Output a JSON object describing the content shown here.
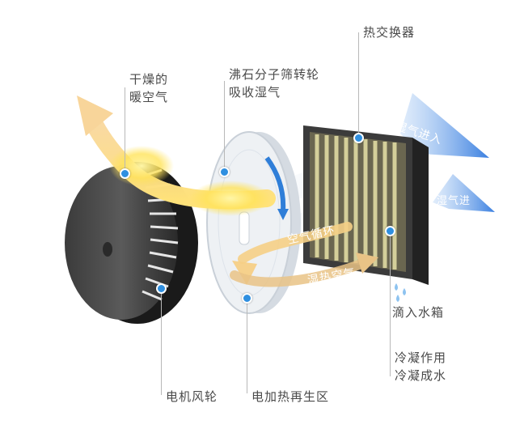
{
  "labels": {
    "dry_air_line1": "干燥的",
    "dry_air_line2": "暖空气",
    "zeolite_line1": "沸石分子筛转轮",
    "zeolite_line2": "吸收湿气",
    "heat_exchanger": "热交换器",
    "humid_in_1": "湿气进入",
    "humid_in_2": "湿气进",
    "air_cycle": "空气循环",
    "humid_hot_air": "湿热空气",
    "drip_tank": "滴入水箱",
    "condense_line1": "冷凝作用",
    "condense_line2": "冷凝成水",
    "motor_fan": "电机风轮",
    "heat_regen": "电加热再生区"
  },
  "icons": [
    "callout-dot-icon",
    "water-drop-icon"
  ],
  "colors": {
    "callout_dot": "#2f8fe0",
    "humid_arrow": "#3a7fe0",
    "warm_arrow": "#f5c86a",
    "leader_line": "#b8b8b8"
  }
}
